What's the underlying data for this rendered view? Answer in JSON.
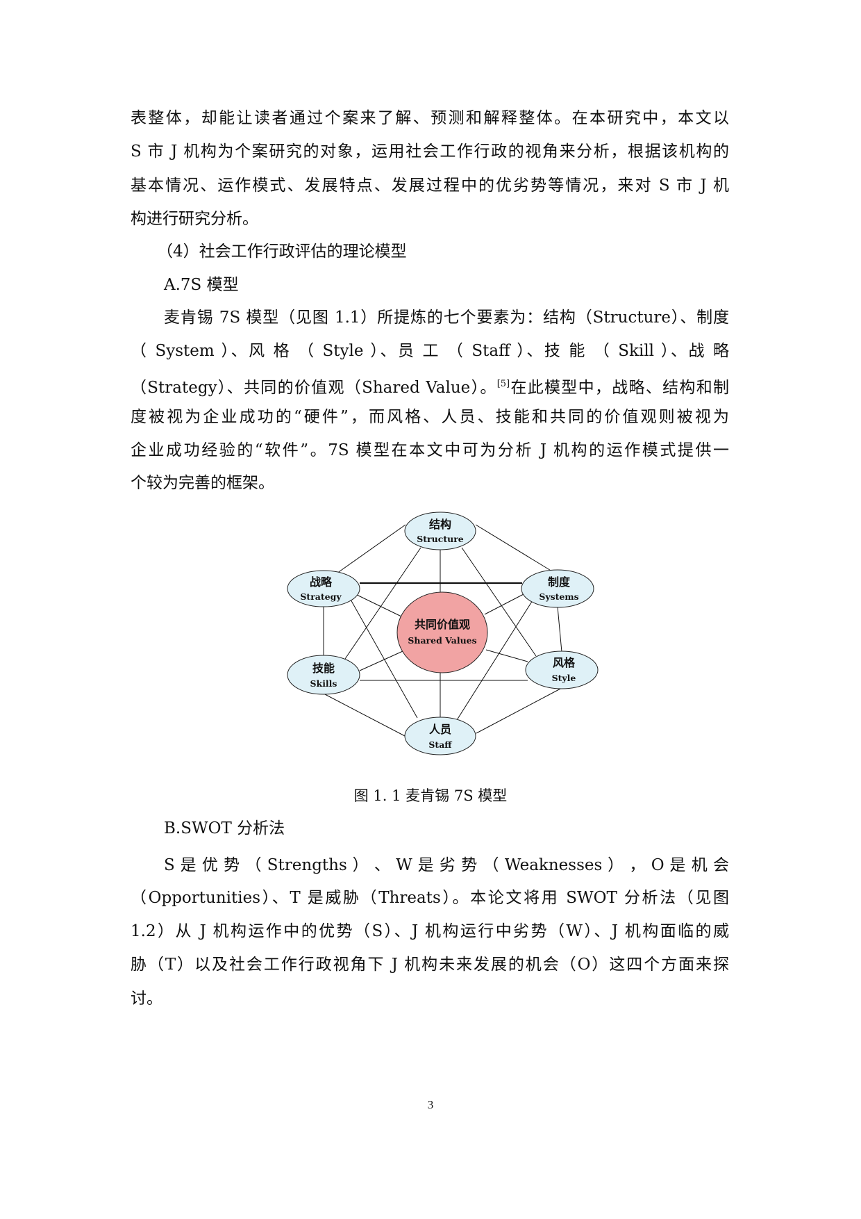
{
  "paragraph_1": {
    "lines": [
      "表整体，却能让读者通过个案来了解、预测和解释整体。在本研究中，本文以",
      "S 市 J 机构为个案研究的对象，运用社会工作行政的视角来分析，根据该机构的",
      "基本情况、运作模式、发展特点、发展过程中的优劣势等情况，来对 S 市 J 机",
      "构进行研究分析。"
    ]
  },
  "heading_4": "（4）社会工作行政评估的理论模型",
  "heading_a": "A.7S 模型",
  "paragraph_7s": {
    "lines": [
      "麦肯锡 7S 模型（见图 1.1）所提炼的七个要素为：结构（Structure）、制度",
      "（ System ）、风 格 （ Style ）、员 工 （ Staff ）、技 能 （ Skill ）、战 略",
      "（Strategy）、共同的价值观（Shared Value）。",
      "在此模型中，战略、结构和制",
      "度被视为企业成功的“硬件”，而风格、人员、技能和共同的价值观则被视为",
      "企业成功经验的“软件”。7S 模型在本文中可为分析 J 机构的运作模式提供一",
      "个较为完善的框架。"
    ],
    "citation": "[5]"
  },
  "figure": {
    "caption": "图 1. 1  麦肯锡 7S 模型",
    "center": {
      "cn": "共同价值观",
      "en": "Shared Values",
      "fill": "#f1a3a3"
    },
    "node_fill": "#dff1f7",
    "nodes": [
      {
        "id": "structure",
        "cn": "结构",
        "en": "Structure"
      },
      {
        "id": "strategy",
        "cn": "战略",
        "en": "Strategy"
      },
      {
        "id": "systems",
        "cn": "制度",
        "en": "Systems"
      },
      {
        "id": "skills",
        "cn": "技能",
        "en": "Skills"
      },
      {
        "id": "style",
        "cn": "风格",
        "en": "Style"
      },
      {
        "id": "staff",
        "cn": "人员",
        "en": "Staff"
      }
    ]
  },
  "heading_b": "B.SWOT 分析法",
  "paragraph_swot": {
    "lines": [
      "S 是 优 势 （ Strengths ） 、 W 是 劣 势 （ Weaknesses ） ， O 是 机 会",
      "（Opportunities）、T 是威胁（Threats）。本论文将用 SWOT 分析法（见图",
      "1.2）从 J 机构运作中的优势（S）、J 机构运行中劣势（W）、J 机构面临的威",
      "胁（T）以及社会工作行政视角下 J 机构未来发展的机会（O）这四个方面来探",
      "讨。"
    ]
  },
  "page_number": "3"
}
